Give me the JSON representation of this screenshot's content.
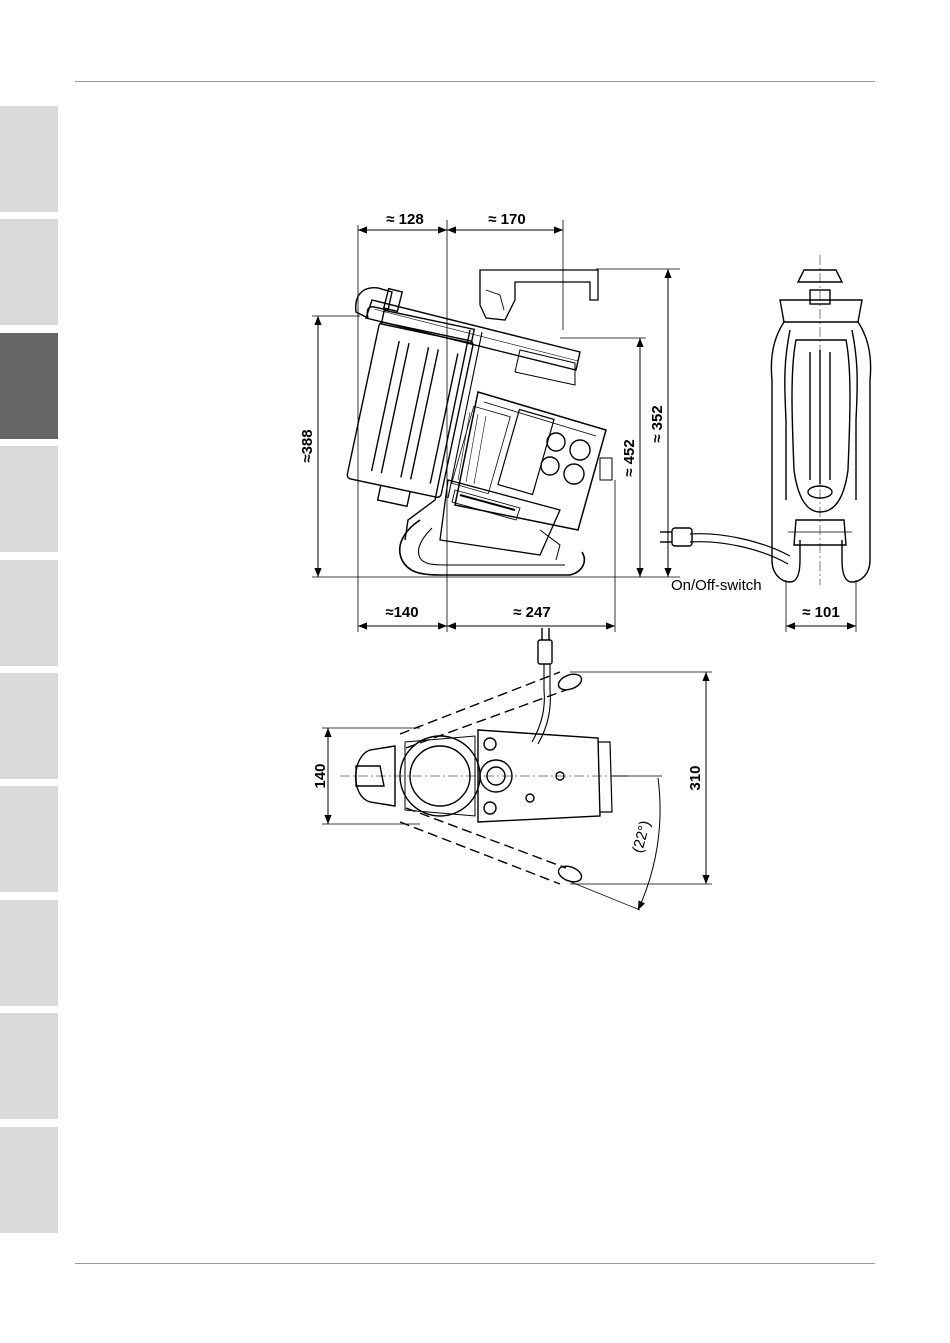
{
  "colors": {
    "tab_inactive": "#d9d9d9",
    "tab_active": "#666666",
    "rule": "#9a9a9a",
    "line": "#000000"
  },
  "side_tabs": [
    {
      "active": false
    },
    {
      "active": false
    },
    {
      "active": true
    },
    {
      "active": false
    },
    {
      "active": false
    },
    {
      "active": false
    },
    {
      "active": false
    },
    {
      "active": false
    },
    {
      "active": false
    },
    {
      "active": false
    }
  ],
  "dimensions": {
    "top_left_width": "≈ 128",
    "top_right_width": "≈ 170",
    "left_height": "≈388",
    "inner_height": "≈ 452",
    "overall_height": "≈ 352",
    "bottom_left_width": "≈140",
    "bottom_right_width": "≈ 247",
    "side_view_width": "≈ 101",
    "top_view_width": "140",
    "top_view_length": "310",
    "handle_angle": "(22°)"
  },
  "labels": {
    "switch": "On/Off-switch"
  }
}
